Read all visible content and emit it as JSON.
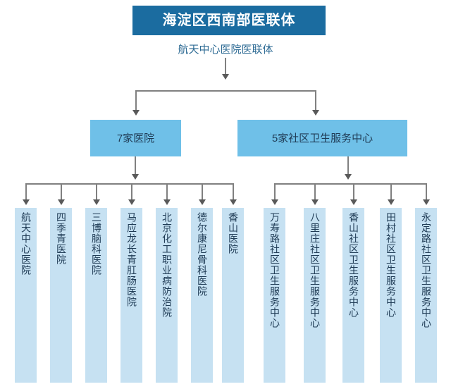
{
  "diagram": {
    "title": "海淀区西南部医联体",
    "subtitle": "航天中心医院医联体",
    "colors": {
      "title_fill": "#1B6CA0",
      "title_text": "#FFFFFF",
      "subtitle_text": "#2E6B94",
      "mid_fill": "#6FC0E8",
      "leaf_fill": "#C6E1F2",
      "node_text": "#1F3B55",
      "connector": "#808080"
    },
    "groups": [
      {
        "label": "7家医院",
        "members": [
          "航天中心医院",
          "四季青医院",
          "三博脑科医院",
          "马应龙长青肛肠医院",
          "北京化工职业病防治院",
          "德尔康尼骨科医院",
          "香山医院"
        ]
      },
      {
        "label": "5家社区卫生服务中心",
        "members": [
          "万寿路社区卫生服务中心",
          "八里庄社区卫生服务中心",
          "香山社区卫生服务中心",
          "田村社区卫生服务中心",
          "永定路社区卫生服务中心"
        ]
      }
    ]
  }
}
